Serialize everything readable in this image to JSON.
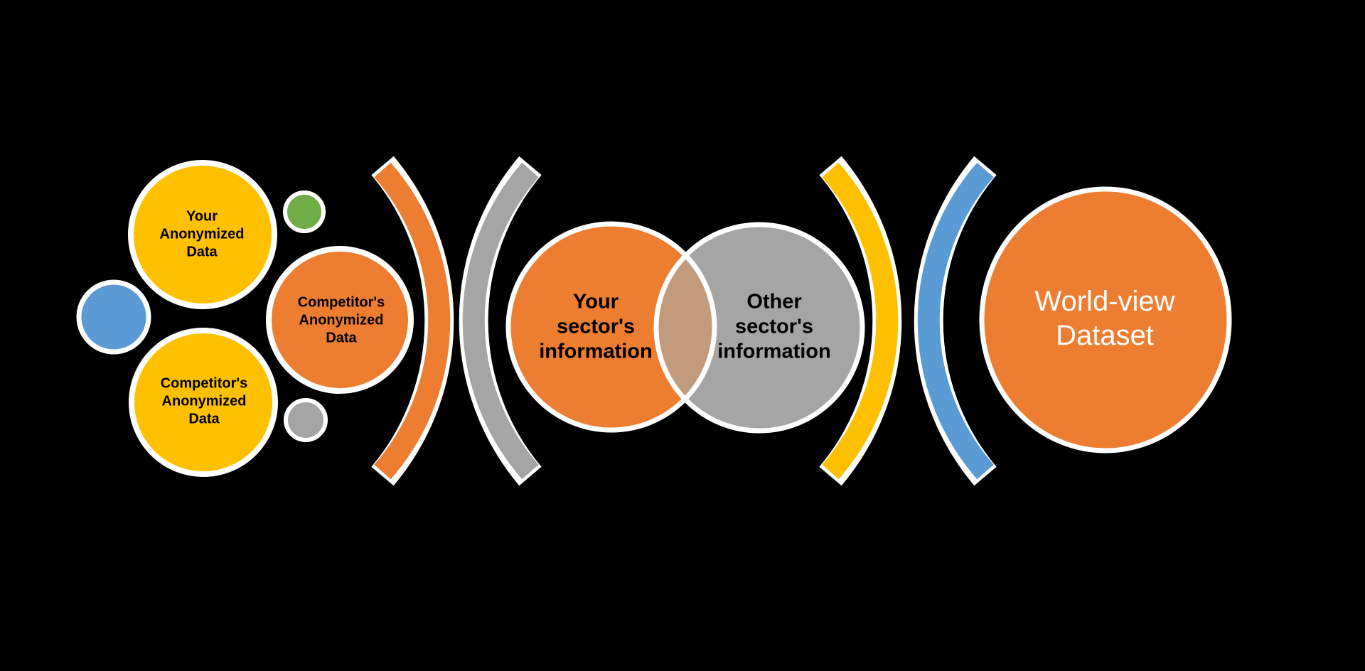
{
  "colors": {
    "orange": "#ED7D31",
    "gold": "#FFC000",
    "gray": "#A5A5A5",
    "blue": "#5B9BD5",
    "green": "#70AD47",
    "overlap_tan": "#C19B7C",
    "outline_white": "#FFFFFF",
    "background": "#000000",
    "text_dark": "#000000",
    "text_light": "#FFFFFF"
  },
  "cluster": {
    "your_anonymized_label": "Your\nAnonymized\nData",
    "competitor_anonymized_orange_label": "Competitor's\nAnonymized\nData",
    "competitor_anonymized_gold_label": "Competitor's\nAnonymized\nData"
  },
  "venn": {
    "your_sector_label": "Your\nsector's\ninformation",
    "other_sector_label": "Other\nsector's\ninformation"
  },
  "world": {
    "dataset_label": "World-view\nDataset"
  }
}
